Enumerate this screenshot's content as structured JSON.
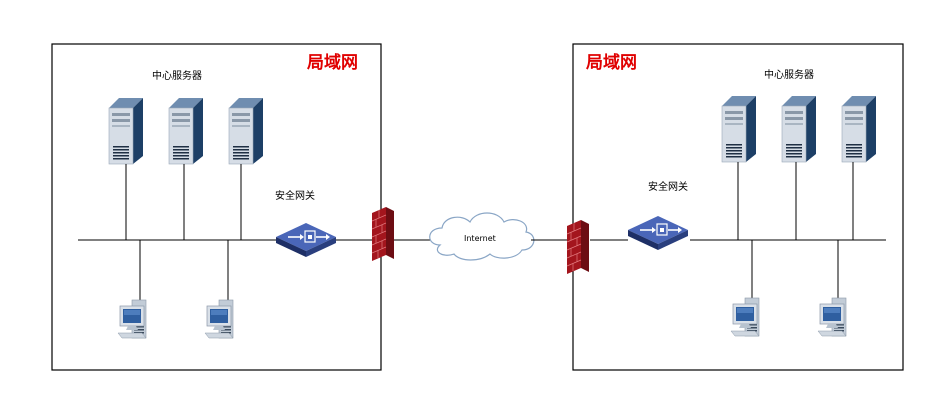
{
  "left_lan": {
    "title": "局域网",
    "server_label": "中心服务器",
    "gateway_label": "安全网关"
  },
  "right_lan": {
    "title": "局域网",
    "server_label": "中心服务器",
    "gateway_label": "安全网关"
  },
  "cloud": {
    "label": "Internet"
  },
  "colors": {
    "title": "#e00000",
    "server_front": "#1d3f66",
    "server_side": "#c9d2dc",
    "gateway": "#2a3f7e",
    "firewall": "#b01c24",
    "cloud_stroke": "#8aa6c6",
    "line": "#000000"
  }
}
